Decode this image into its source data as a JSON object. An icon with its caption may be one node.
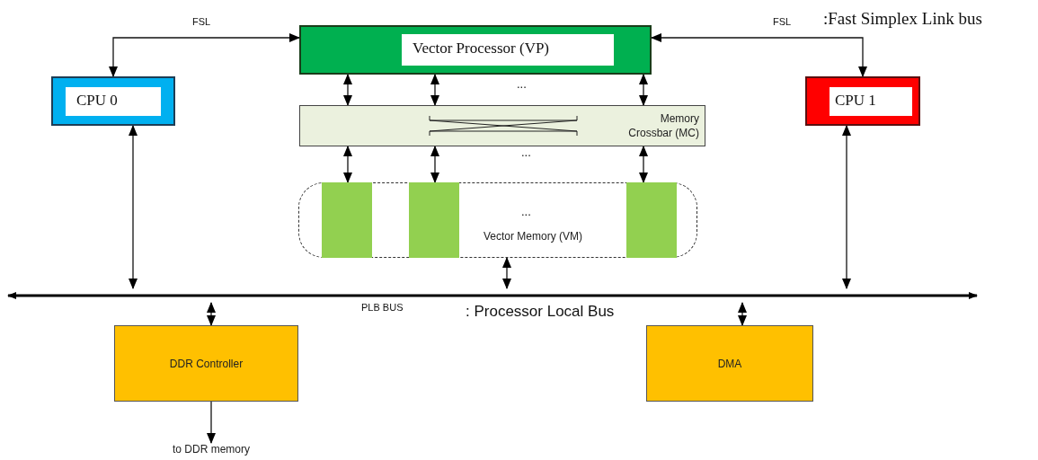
{
  "diagram": {
    "nodes": [
      {
        "text": [
          "Vector Processor (VP)"
        ]
      },
      {
        "text": [
          "CPU 0"
        ]
      },
      {
        "text": [
          "CPU 1"
        ]
      },
      {
        "text": [
          "Memory Crossbar (MC)"
        ]
      },
      {
        "text": [
          "Vector Memory (VM)"
        ]
      },
      {
        "text": [],
        "shape": "bar",
        "in": 4
      },
      {
        "text": [],
        "shape": "bar",
        "in": 4
      },
      {
        "text": [],
        "shape": "bar",
        "in": 4
      },
      {
        "text": [],
        "shape": "bar",
        "beside": [
          "PLB BUS"
        ]
      },
      {
        "text": [
          "DDR Controller"
        ]
      },
      {
        "text": [
          "DMA"
        ]
      },
      {
        "text": [
          "to DDR memory"
        ]
      }
    ],
    "edges": [
      {
        "from": 1,
        "to": 0,
        "arrow": "both",
        "label": "FSL"
      },
      {
        "from": 2,
        "to": 0,
        "arrow": "both",
        "label": "FSL"
      },
      {
        "from": 0,
        "to": 3,
        "arrow": "both"
      },
      {
        "from": 0,
        "to": 3,
        "arrow": "both"
      },
      {
        "from": 0,
        "to": 3,
        "arrow": "both"
      },
      {
        "from": 3,
        "to": 5,
        "arrow": "both"
      },
      {
        "from": 3,
        "to": 6,
        "arrow": "both"
      },
      {
        "from": 3,
        "to": 7,
        "arrow": "both"
      },
      {
        "from": 1,
        "to": 8,
        "arrow": "both"
      },
      {
        "from": 4,
        "to": 8,
        "arrow": "both"
      },
      {
        "from": 2,
        "to": 8,
        "arrow": "both"
      },
      {
        "from": 8,
        "to": 9,
        "arrow": "both"
      },
      {
        "from": 8,
        "to": 10,
        "arrow": "both"
      },
      {
        "from": 9,
        "to": 11,
        "arrow": "to"
      }
    ],
    "labels": [
      ":Fast Simplex Link bus",
      "...",
      "...",
      "...",
      ": Processor Local Bus"
    ]
  }
}
